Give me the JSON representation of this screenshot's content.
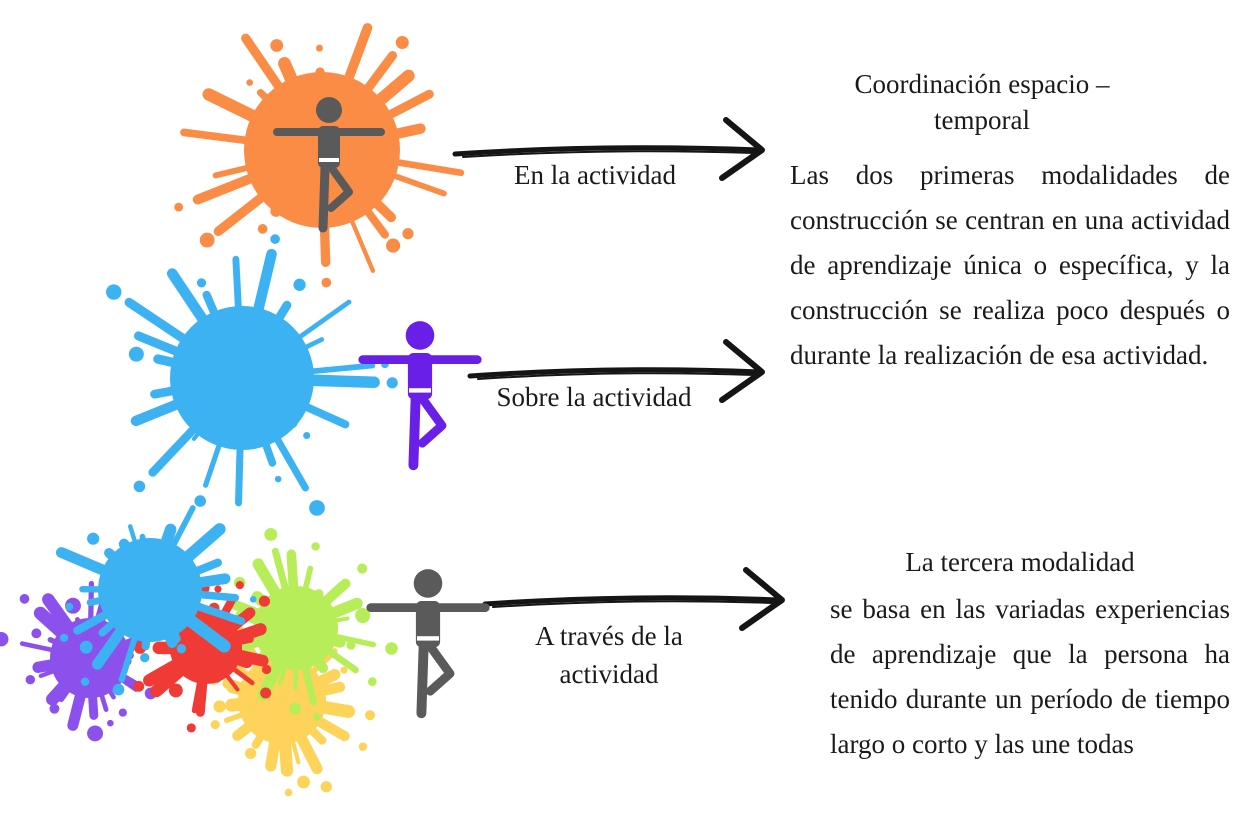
{
  "colors": {
    "orange": "#fb8c46",
    "blue": "#3db2f2",
    "purple": "#8c50ec",
    "red": "#f03a36",
    "green": "#b8ed5a",
    "yellow": "#fdd35a",
    "figure_gray": "#5a5a5a",
    "figure_purple": "#6a1fe8"
  },
  "stages": [
    {
      "label": "En la actividad",
      "splash_colors": [
        "orange"
      ],
      "figure_color": "figure_gray",
      "icon": "yoga-tree-pose-figure"
    },
    {
      "label": "Sobre la actividad",
      "splash_colors": [
        "blue"
      ],
      "figure_color": "figure_purple",
      "icon": "yoga-tree-pose-figure"
    },
    {
      "label": "A través de la actividad",
      "label_lines": [
        "A través de la",
        "actividad"
      ],
      "splash_colors": [
        "blue",
        "purple",
        "red",
        "green",
        "yellow"
      ],
      "figure_color": "figure_gray",
      "icon": "yoga-tree-pose-figure"
    }
  ],
  "descriptions": [
    {
      "title": "Coordinación espacio – temporal",
      "body": "Las dos primeras modalidades de construcción se centran en una actividad de aprendizaje única o específica, y la construcción se realiza poco después o durante la realización de esa actividad."
    },
    {
      "title": "La tercera modalidad",
      "body": "se basa en las variadas experiencias de aprendizaje que la persona ha tenido durante un período de tiempo largo o corto y las une todas"
    }
  ]
}
